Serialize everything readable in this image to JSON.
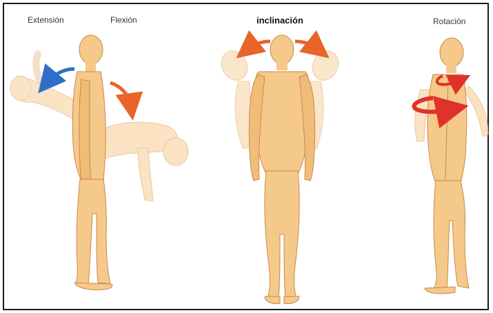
{
  "labels": {
    "extension": "Extensión",
    "flexion": "Flexión",
    "inclination": "inclinación",
    "rotation": "Rotación"
  },
  "colors": {
    "skin": "#f5c98a",
    "skin_shadow": "#e8b06e",
    "outline": "#c9874a",
    "ghost": "#f9dcb4",
    "arrow_blue": "#2f6fc7",
    "arrow_orange": "#e8642a",
    "arrow_red": "#e0312a",
    "frame": "#1a1a1a"
  },
  "icons": {
    "extension_arrow": "curved-arrow-left-icon",
    "flexion_arrow": "curved-arrow-down-icon",
    "inclination_arrows": "curved-arrows-left-right-icon",
    "rotation_arrows": "circular-rotation-arrow-icon"
  }
}
